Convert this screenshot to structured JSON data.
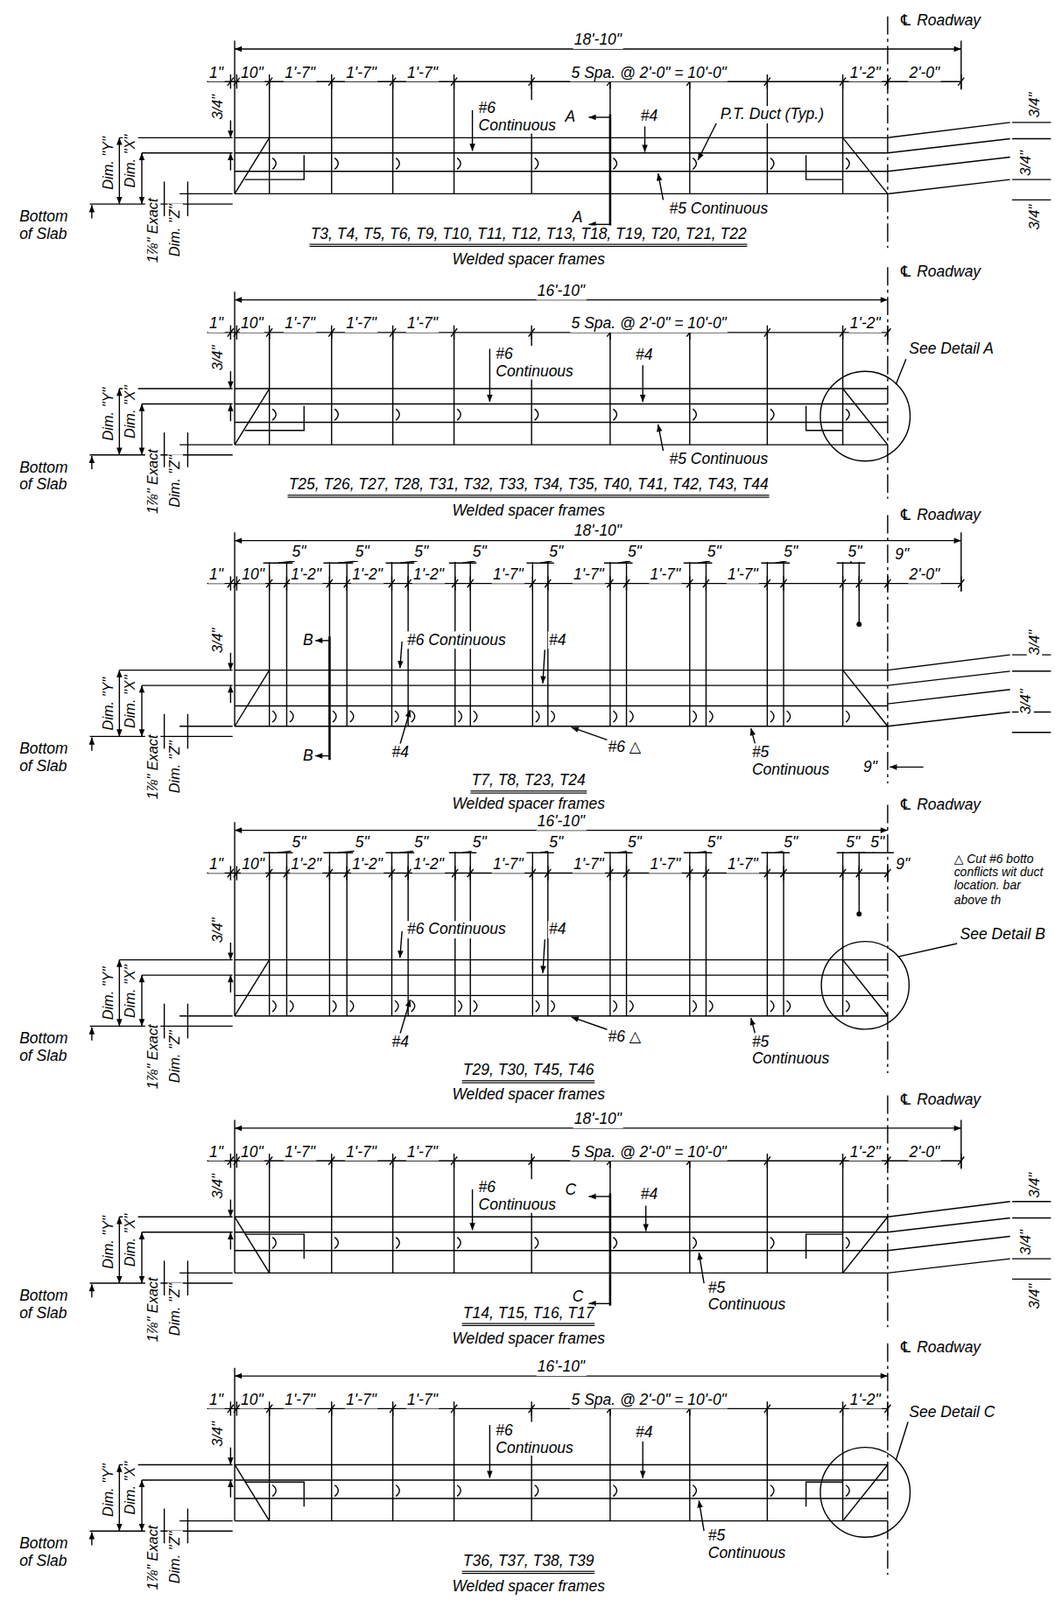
{
  "diagram": {
    "labels": [
      "℄ Roadway",
      "18'-10\"",
      "1\"",
      "10\"",
      "1'-7\"",
      "1'-7\"",
      "1'-7\"",
      "5 Spa. @ 2'-0\" = 10'-0\"",
      "1'-2\"",
      "2'-0\"",
      "3/4\"",
      "Dim. \"Y\"",
      "Dim. \"X\"",
      "#6 Continuous",
      "A",
      "#4",
      "P.T. Duct (Typ.)",
      "3/4\"",
      "3/4\"",
      "3/4\"",
      "Bottom of Slab",
      "1⅞\" Exact",
      "Dim. \"Z\"",
      "A",
      "#5 Continuous",
      "T3, T4, T5, T6, T9, T10, T11, T12, T13, T18, T19, T20, T21, T22",
      "Welded spacer frames",
      "℄ Roadway",
      "16'-10\"",
      "1\"",
      "10\"",
      "1'-7\"",
      "1'-7\"",
      "1'-7\"",
      "5 Spa. @ 2'-0\" = 10'-0\"",
      "1'-2\"",
      "See Detail A",
      "3/4\"",
      "Dim. \"Y\"",
      "Dim. \"X\"",
      "#6 Continuous",
      "#4",
      "Bottom of Slab",
      "1⅞\" Exact",
      "Dim. \"Z\"",
      "#5 Continuous",
      "T25, T26, T27, T28, T31, T32, T33, T34, T35, T40, T41, T42, T43, T44",
      "Welded spacer frames",
      "℄ Roadway",
      "18'-10\"",
      "5\"",
      "5\"",
      "5\"",
      "5\"",
      "5\"",
      "5\"",
      "5\"",
      "5\"",
      "5\"",
      "9\"",
      "1\"",
      "10\"",
      "1'-2\"",
      "1'-2\"",
      "1'-2\"",
      "1'-7\"",
      "1'-7\"",
      "1'-7\"",
      "1'-7\"",
      "2'-0\"",
      "3/4\"",
      "Dim. \"Y\"",
      "Dim. \"X\"",
      "B",
      "#6 Continuous",
      "#4",
      "3/4\"",
      "3/4\"",
      "Bottom of Slab",
      "1⅞\" Exact",
      "Dim. \"Z\"",
      "B",
      "#4",
      "#6 △",
      "#5 Continuous",
      "9\"",
      "T7, T8, T23, T24",
      "Welded spacer frames",
      "℄ Roadway",
      "16'-10\"",
      "5\"",
      "5\"",
      "5\"",
      "5\"",
      "5\"",
      "5\"",
      "5\"",
      "5\"",
      "5\"",
      "5\"",
      "1\"",
      "10\"",
      "1'-2\"",
      "1'-2\"",
      "1'-2\"",
      "1'-7\"",
      "1'-7\"",
      "1'-7\"",
      "1'-7\"",
      "9\"",
      "△ Cut #6 botto conflicts wit duct location. bar above th",
      "3/4\"",
      "Dim. \"Y\"",
      "Dim. \"X\"",
      "#6 Continuous",
      "#4",
      "See Detail B",
      "Bottom of Slab",
      "1⅞\" Exact",
      "Dim. \"Z\"",
      "#4",
      "#6 △",
      "#5 Continuous",
      "T29, T30, T45, T46",
      "Welded spacer frames",
      "℄ Roadway",
      "18'-10\"",
      "1\"",
      "10\"",
      "1'-7\"",
      "1'-7\"",
      "1'-7\"",
      "5 Spa. @ 2'-0\" = 10'-0\"",
      "1'-2\"",
      "2'-0\"",
      "3/4\"",
      "Dim. \"Y\"",
      "Dim. \"X\"",
      "#6 Continuous",
      "C",
      "#4",
      "3/4\"",
      "3/4\"",
      "3/4\"",
      "Bottom of Slab",
      "1⅞\" Exact",
      "Dim. \"Z\"",
      "C",
      "#5 Continuous",
      "T14, T15, T16, T17",
      "Welded spacer frames",
      "℄ Roadway",
      "16'-10\"",
      "1\"",
      "10\"",
      "1'-7\"",
      "1'-7\"",
      "1'-7\"",
      "5 Spa. @ 2'-0\" = 10'-0\"",
      "1'-2\"",
      "See Detail C",
      "3/4\"",
      "Dim. \"Y\"",
      "Dim. \"X\"",
      "#6 Continuous",
      "#4",
      "Bottom of Slab",
      "1⅞\" Exact",
      "Dim. \"Z\"",
      "#5 Continuous",
      "T36, T37, T38, T39",
      "Welded spacer frames"
    ]
  }
}
